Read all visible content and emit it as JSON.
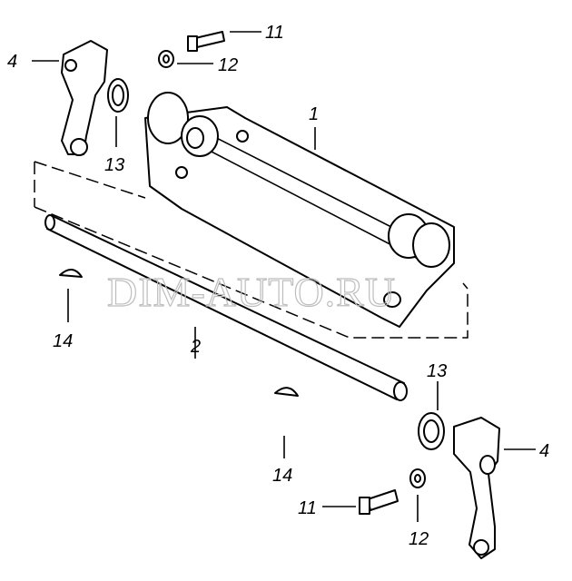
{
  "diagram": {
    "watermark": "DIM-AUTO.RU",
    "callouts": {
      "bolt_top": "11",
      "washer_top": "12",
      "lever_left": "4",
      "ring_left": "13",
      "bracket": "1",
      "key_left": "14",
      "shaft": "2",
      "ring_right": "13",
      "lever_right": "4",
      "key_right": "14",
      "bolt_bottom": "11",
      "washer_bottom": "12"
    }
  }
}
